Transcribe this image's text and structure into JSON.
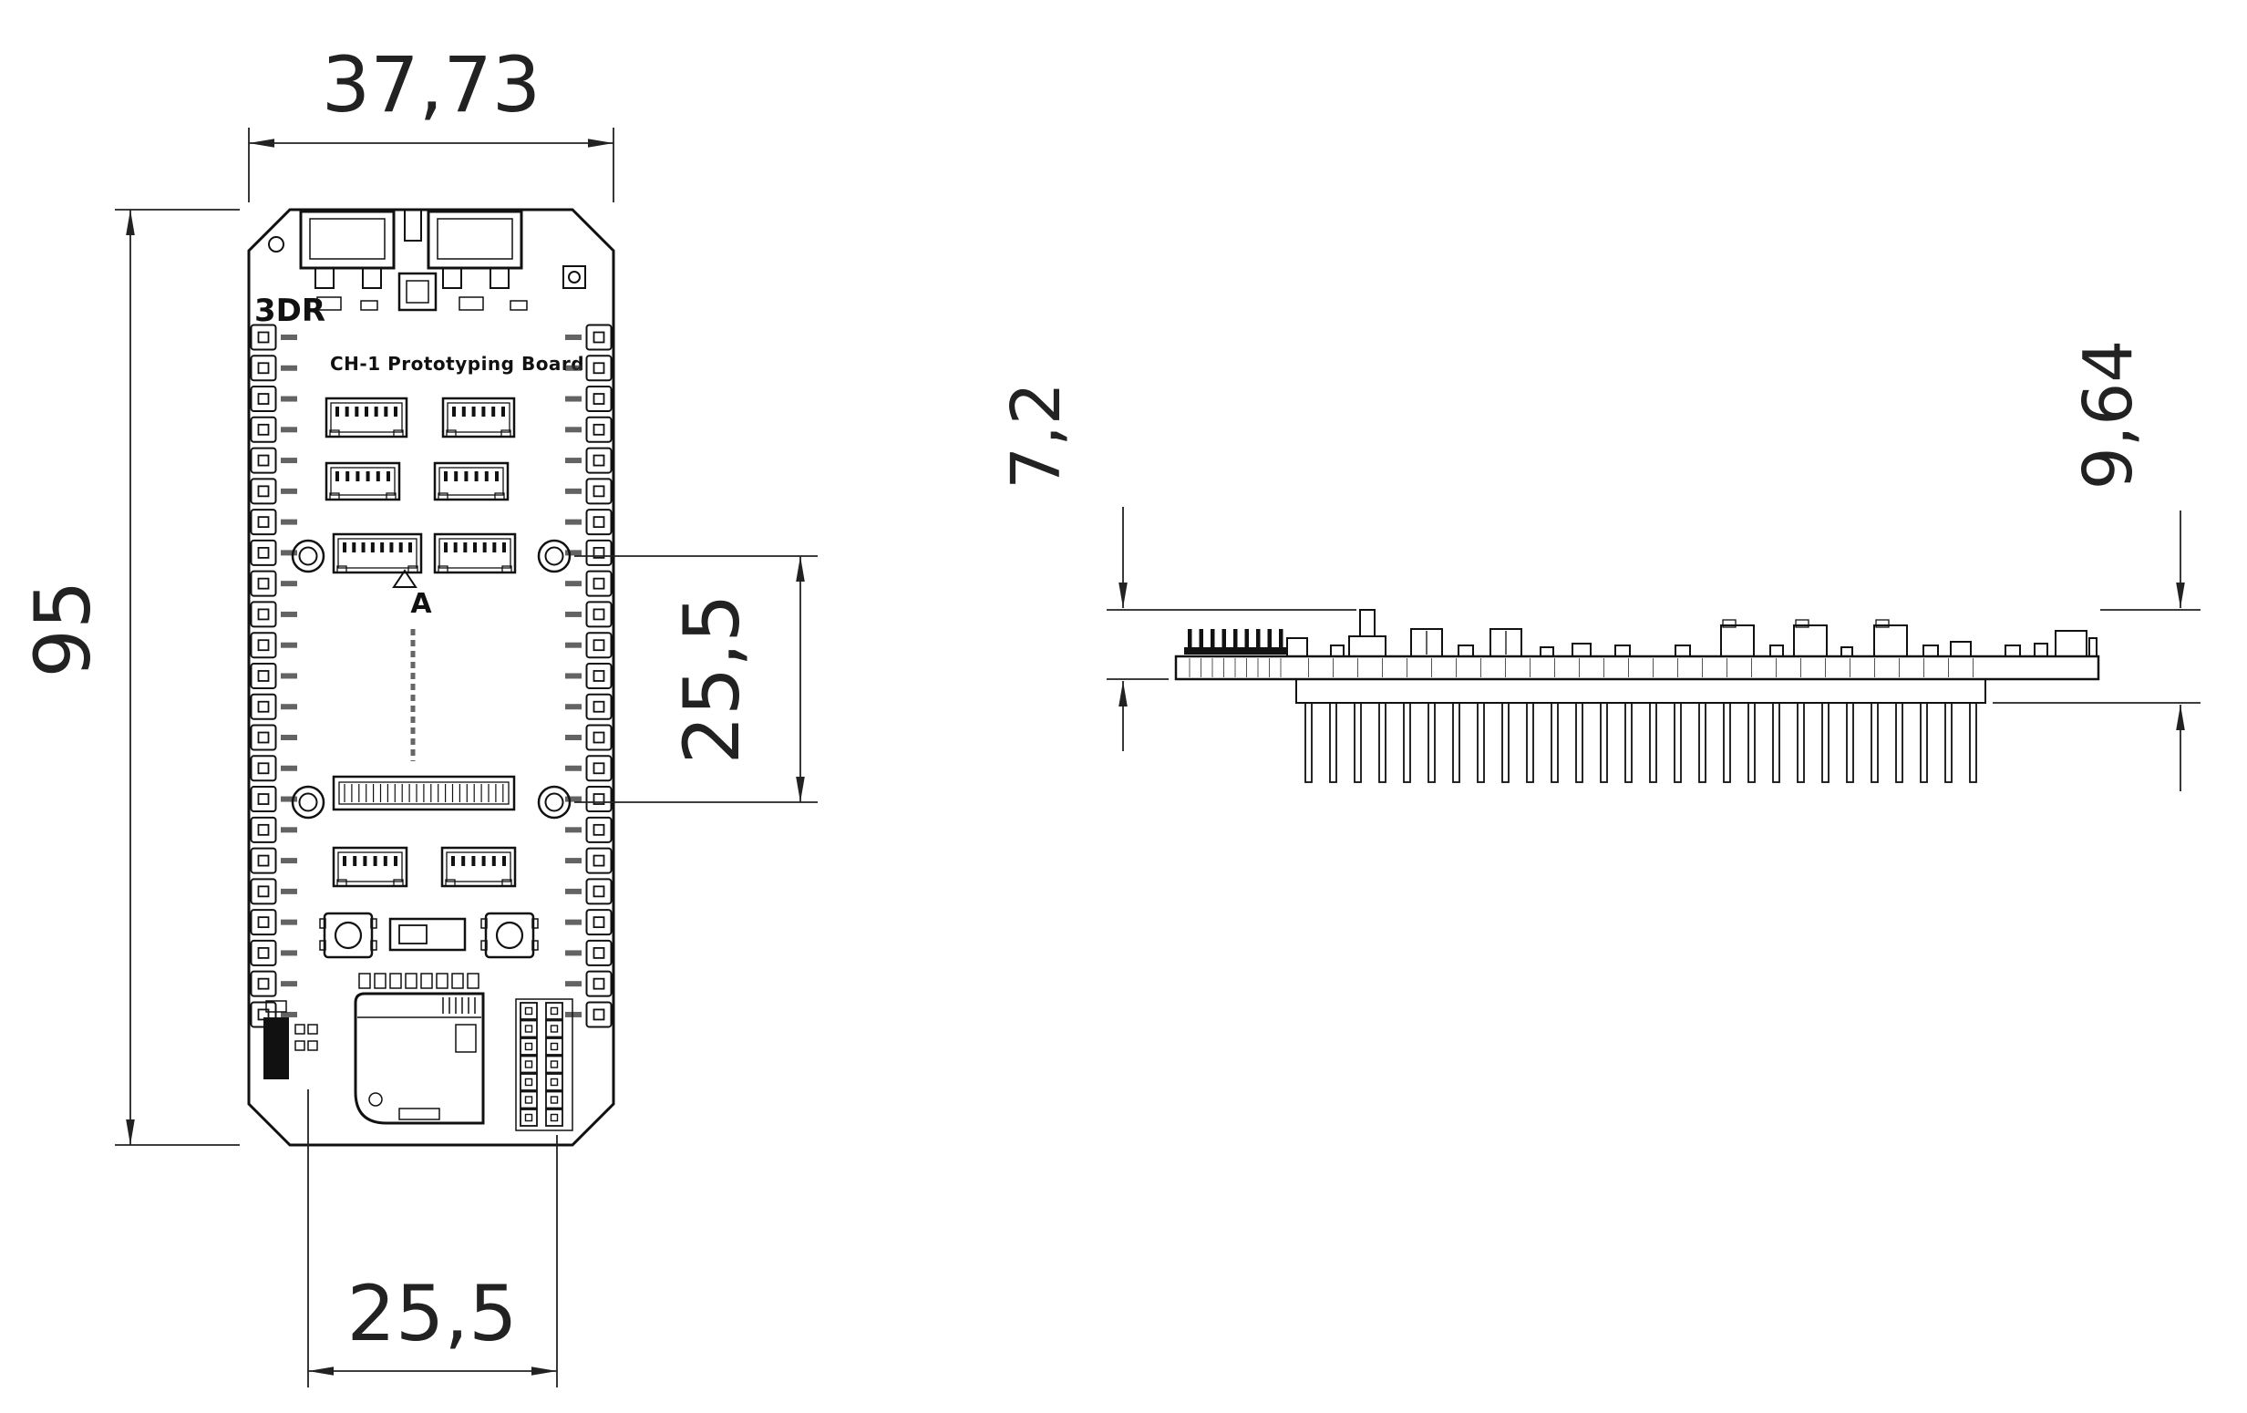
{
  "drawing": {
    "top_view": {
      "dim_width": "37,73",
      "dim_height": "95",
      "dim_hole_spacing_vertical": "25,5",
      "dim_hole_spacing_horizontal": "25,5"
    },
    "side_view": {
      "dim_component_height": "7,2",
      "dim_total_height": "9,64"
    }
  },
  "board": {
    "logo": "3DR",
    "title": "CH-1 Prototyping Board",
    "datum_marker": "A"
  },
  "colors": {
    "background": "#ffffff",
    "line": "#111111",
    "dim": "#222222",
    "label_tick": "#2f2f2f"
  }
}
